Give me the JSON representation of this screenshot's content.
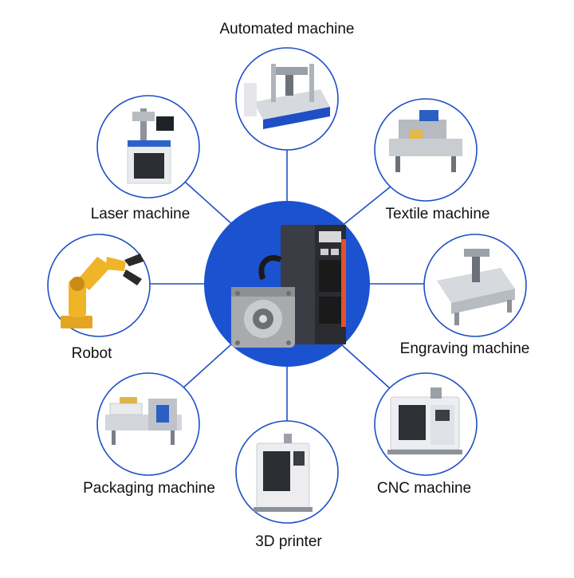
{
  "colors": {
    "accent": "#1f4fc4",
    "center_fill": "#1b52d0",
    "line": "#1f4fc4",
    "text": "#111111"
  },
  "center": {
    "icon": "servo-motor-drive-icon"
  },
  "applications": [
    {
      "key": "automated",
      "label": "Automated machine",
      "icon": "cnc-router-icon"
    },
    {
      "key": "laser",
      "label": "Laser machine",
      "icon": "laser-marker-icon"
    },
    {
      "key": "textile",
      "label": "Textile machine",
      "icon": "textile-machine-icon"
    },
    {
      "key": "robot",
      "label": "Robot",
      "icon": "robot-arm-icon"
    },
    {
      "key": "engraving",
      "label": "Engraving machine",
      "icon": "engraving-machine-icon"
    },
    {
      "key": "packaging",
      "label": "Packaging machine",
      "icon": "packaging-machine-icon"
    },
    {
      "key": "cnc",
      "label": "CNC machine",
      "icon": "cnc-machine-icon"
    },
    {
      "key": "printer3d",
      "label": "3D printer",
      "icon": "3d-printer-icon"
    }
  ]
}
